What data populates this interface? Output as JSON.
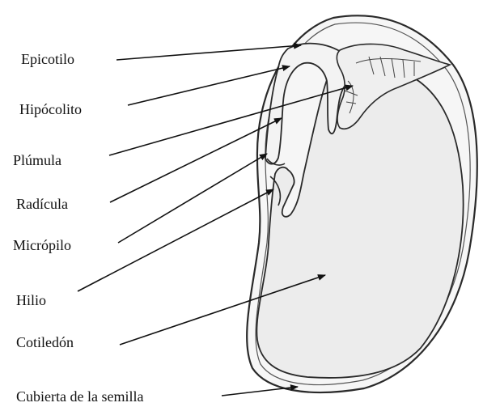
{
  "labels": {
    "epicotilo": "Epicotilo",
    "hipocotilo": "Hipócolito",
    "plumula": "Plúmula",
    "radicula": "Radícula",
    "micropilo": "Micrópilo",
    "hilio": "Hilio",
    "cotiledon": "Cotiledón",
    "cubierta": "Cubierta de la semilla"
  },
  "colors": {
    "outline": "#2a2a2a",
    "seed_fill": "#ececec",
    "embryo_fill": "#f3f3f3",
    "text": "#111111"
  }
}
